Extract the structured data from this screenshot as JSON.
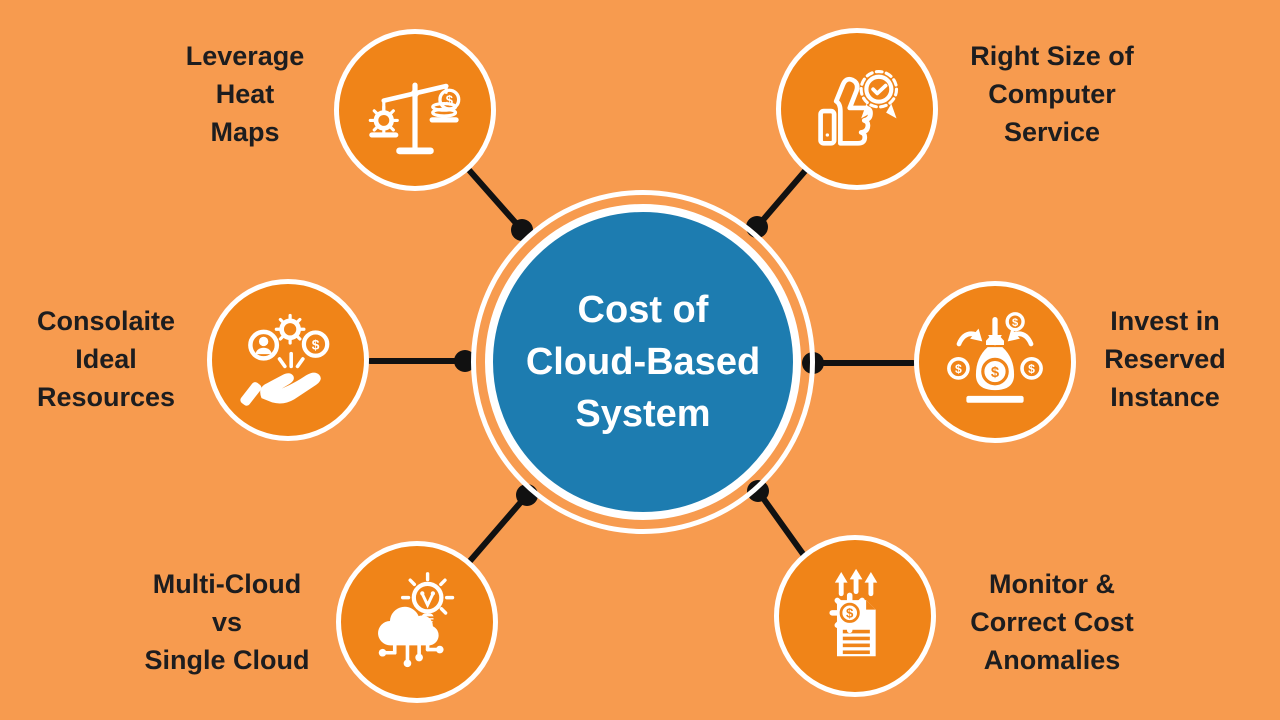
{
  "title": "Cost of Cloud-Based System",
  "hub": {
    "label": "Cost of\nCloud-Based\nSystem",
    "color": "#1D7CB0"
  },
  "colors": {
    "background": "#F79B4F",
    "node_fill": "#F08418",
    "ring": "#FFFFFF",
    "label_text": "#1D1D1F",
    "hub_text": "#FFFFFF",
    "connector": "#111111"
  },
  "nodes": [
    {
      "id": "leverage-heat-maps",
      "label": "Leverage\nHeat\nMaps",
      "icon": "balance-scale-icon",
      "position": "top-left"
    },
    {
      "id": "right-size-of-computer-service",
      "label": "Right Size of\nComputer\nService",
      "icon": "thumbs-up-badge-icon",
      "position": "top-right"
    },
    {
      "id": "consolaite-ideal-resources",
      "label": "Consolaite\nIdeal\nResources",
      "icon": "hand-offering-resources-icon",
      "position": "middle-left"
    },
    {
      "id": "invest-in-reserved-instance",
      "label": "Invest in\nReserved\nInstance",
      "icon": "money-bag-icon",
      "position": "middle-right"
    },
    {
      "id": "multi-cloud-vs-single-cloud",
      "label": "Multi-Cloud\nvs\nSingle Cloud",
      "icon": "cloud-idea-icon",
      "position": "bottom-left"
    },
    {
      "id": "monitor-correct-cost-anomalies",
      "label": "Monitor &\nCorrect Cost\nAnomalies",
      "icon": "cost-report-icon",
      "position": "bottom-right"
    }
  ]
}
